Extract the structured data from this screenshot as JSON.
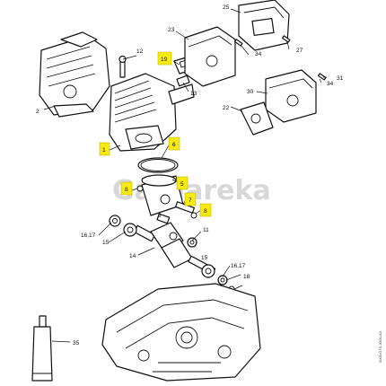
{
  "diagram": {
    "highlight_color": "#f6ea12",
    "watermark": "Gardareka",
    "side_code": "0000-GTS-0000-A0",
    "labels": {
      "l1": "1",
      "l2": "2",
      "l6": "6",
      "l5": "5",
      "l7": "7",
      "l8a": "8",
      "l8b": "8",
      "l9": "9",
      "l11": "11",
      "l12": "12",
      "l13": "13",
      "l14": "14",
      "l15a": "15",
      "l15b": "15",
      "l1617a": "16,17",
      "l1617b": "16,17",
      "l18": "18",
      "l19": "19",
      "l22": "22",
      "l23": "23",
      "l25": "25",
      "l27": "27",
      "l30": "30",
      "l31": "31",
      "l34a": "34",
      "l34b": "34",
      "l35": "35"
    }
  }
}
